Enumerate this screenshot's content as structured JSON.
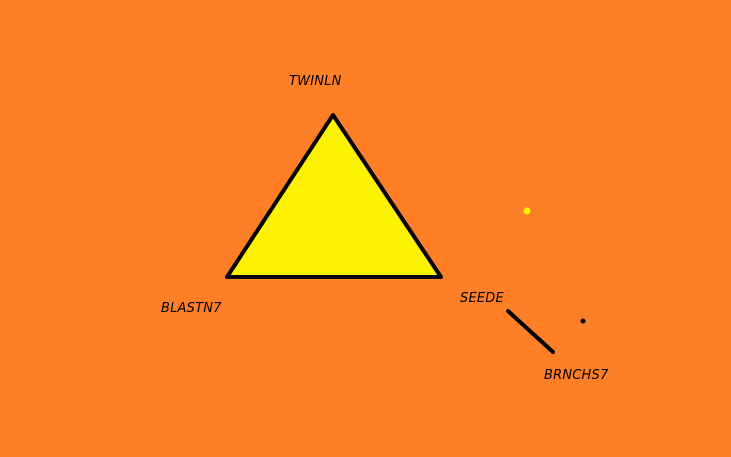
{
  "diagram": {
    "background_color": "#FF7F27",
    "triangle_fill_color": "#FFF200",
    "stroke_color": "#000000",
    "labels": {
      "top": "TWINLN",
      "bottom_left": "BLASTN7",
      "right": "SEEDE",
      "lower_right": "BRNCHS7"
    }
  }
}
